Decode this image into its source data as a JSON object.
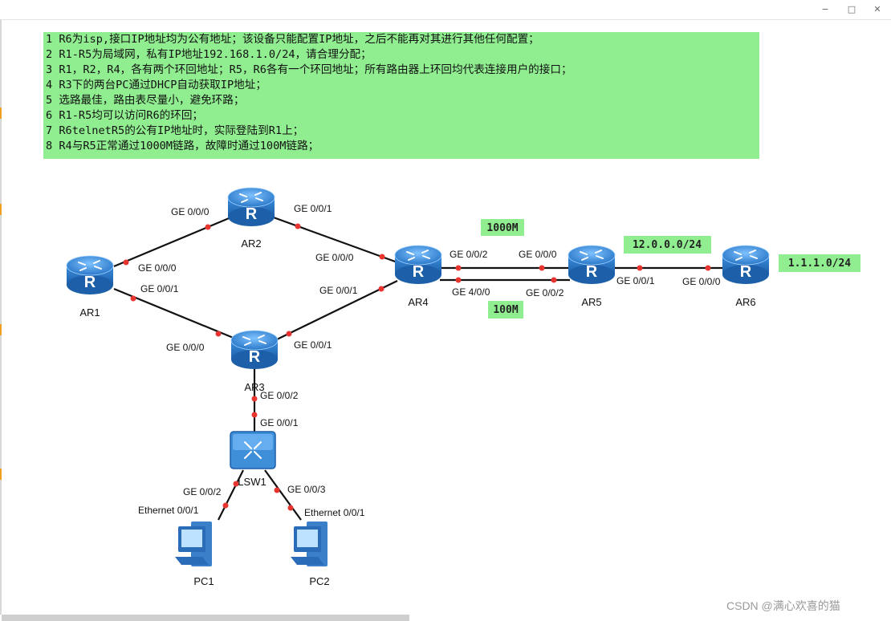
{
  "window": {
    "minimize_glyph": "−",
    "maximize_glyph": "□",
    "close_glyph": "✕"
  },
  "tasks": [
    "1 R6为isp,接口IP地址均为公有地址；该设备只能配置IP地址，之后不能再对其进行其他任何配置；",
    "2 R1-R5为局域网，私有IP地址192.168.1.0/24，请合理分配；",
    "3 R1，R2，R4，各有两个环回地址；R5，R6各有一个环回地址；所有路由器上环回均代表连接用户的接口；",
    "4 R3下的两台PC通过DHCP自动获取IP地址；",
    "5 选路最佳，路由表尽量小，避免环路；",
    "6 R1-R5均可以访问R6的环回；",
    "7 R6telnetR5的公有IP地址时，实际登陆到R1上；",
    "8 R4与R5正常通过1000M链路，故障时通过100M链路；"
  ],
  "devices": {
    "ar1": "AR1",
    "ar2": "AR2",
    "ar3": "AR3",
    "ar4": "AR4",
    "ar5": "AR5",
    "ar6": "AR6",
    "lsw1": "LSW1",
    "pc1": "PC1",
    "pc2": "PC2"
  },
  "ports": {
    "ar2_g000": "GE 0/0/0",
    "ar2_g001": "GE 0/0/1",
    "ar1_g000": "GE 0/0/0",
    "ar1_g001": "GE 0/0/1",
    "ar4_g000": "GE 0/0/0",
    "ar4_g001": "GE 0/0/1",
    "ar4_g002": "GE 0/0/2",
    "ar4_g400": "GE 4/0/0",
    "ar5_g000": "GE 0/0/0",
    "ar5_g002": "GE 0/0/2",
    "ar5_g001": "GE 0/0/1",
    "ar6_g000": "GE 0/0/0",
    "ar3_g000": "GE 0/0/0",
    "ar3_g001": "GE 0/0/1",
    "ar3_g002": "GE 0/0/2",
    "lsw_g001": "GE 0/0/1",
    "lsw_g002": "GE 0/0/2",
    "lsw_g003": "GE 0/0/3",
    "pc1_eth": "Ethernet 0/0/1",
    "pc2_eth": "Ethernet 0/0/1"
  },
  "notes": {
    "link_1000m": "1000M",
    "link_100m": "100M",
    "net_12": "12.0.0.0/24",
    "net_1": "1.1.1.0/24"
  },
  "colors": {
    "router": "#2f7fd0",
    "note_bg": "#90ee90",
    "port_dot": "#e8352f",
    "link": "#111111"
  },
  "icons": {
    "router": "router-icon",
    "switch": "switch-icon",
    "pc": "pc-icon"
  },
  "watermark": "CSDN @满心欢喜的猫"
}
